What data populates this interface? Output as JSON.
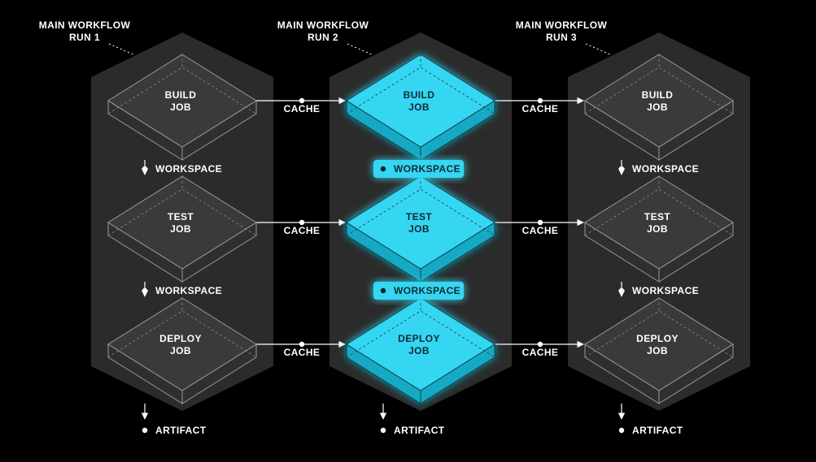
{
  "runs": [
    {
      "title_line1": "MAIN WORKFLOW",
      "title_line2": "RUN 1",
      "highlight": false,
      "jobs": [
        {
          "line1": "BUILD",
          "line2": "JOB"
        },
        {
          "line1": "TEST",
          "line2": "JOB"
        },
        {
          "line1": "DEPLOY",
          "line2": "JOB"
        }
      ],
      "workspace_labels": [
        "WORKSPACE",
        "WORKSPACE"
      ],
      "artifact_label": "ARTIFACT"
    },
    {
      "title_line1": "MAIN WORKFLOW",
      "title_line2": "RUN 2",
      "highlight": true,
      "jobs": [
        {
          "line1": "BUILD",
          "line2": "JOB"
        },
        {
          "line1": "TEST",
          "line2": "JOB"
        },
        {
          "line1": "DEPLOY",
          "line2": "JOB"
        }
      ],
      "workspace_labels": [
        "WORKSPACE",
        "WORKSPACE"
      ],
      "artifact_label": "ARTIFACT"
    },
    {
      "title_line1": "MAIN WORKFLOW",
      "title_line2": "RUN 3",
      "highlight": false,
      "jobs": [
        {
          "line1": "BUILD",
          "line2": "JOB"
        },
        {
          "line1": "TEST",
          "line2": "JOB"
        },
        {
          "line1": "DEPLOY",
          "line2": "JOB"
        }
      ],
      "workspace_labels": [
        "WORKSPACE",
        "WORKSPACE"
      ],
      "artifact_label": "ARTIFACT"
    }
  ],
  "cache_labels": [
    [
      "CACHE",
      "CACHE",
      "CACHE"
    ],
    [
      "CACHE",
      "CACHE",
      "CACHE"
    ]
  ],
  "colors": {
    "background": "#000000",
    "hexagon_fill": "#2b2b2b",
    "job_fill": "#3a3a3a",
    "job_stroke": "#9a9a9a",
    "highlight": "#36d6f2",
    "highlight_dark": "#18a9c4",
    "text": "#ffffff",
    "highlight_text": "#0e2a33"
  }
}
